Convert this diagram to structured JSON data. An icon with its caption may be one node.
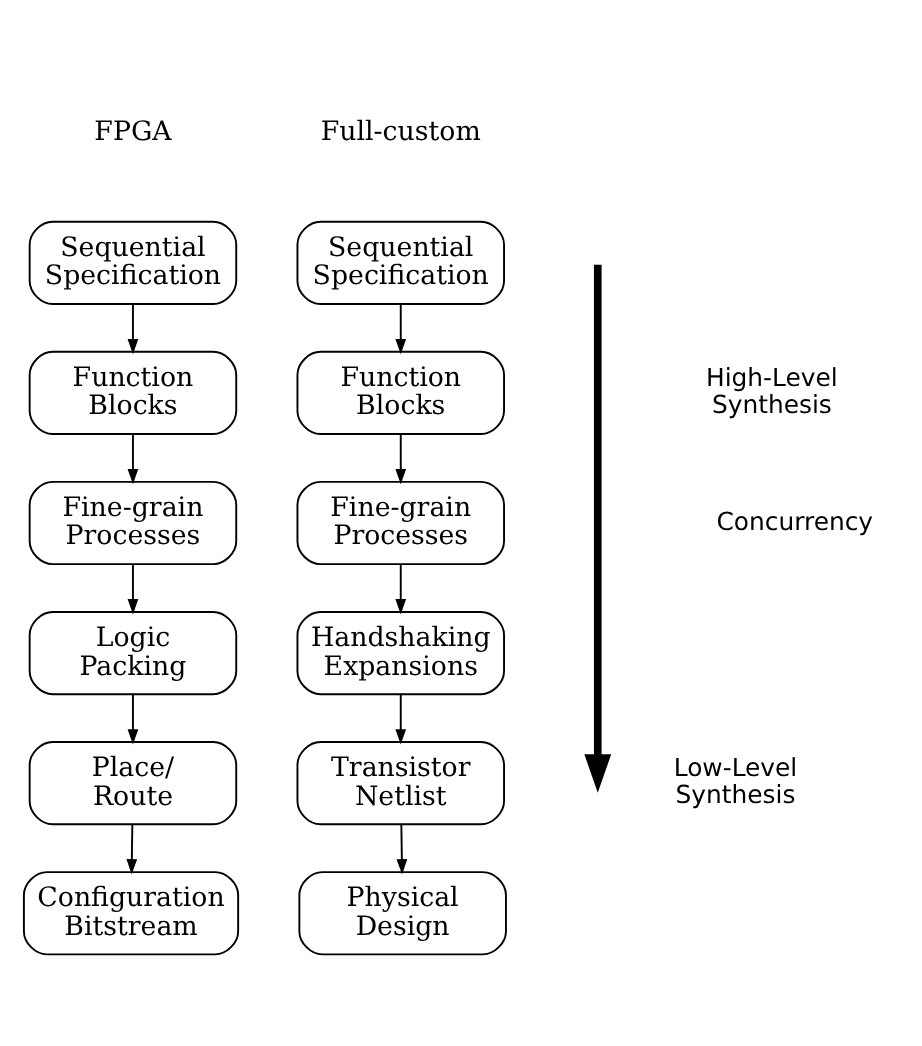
{
  "diagram": {
    "nodes": [
      {
        "text": [
          "Sequential Specification"
        ]
      },
      {
        "text": [
          "Function Blocks"
        ]
      },
      {
        "text": [
          "Fine-grain Processes"
        ]
      },
      {
        "text": [
          "Logic Packing"
        ]
      },
      {
        "text": [
          "Place/ Route"
        ]
      },
      {
        "text": [
          "Configuration Bitstream"
        ]
      },
      {
        "text": [
          "Sequential Specification"
        ]
      },
      {
        "text": [
          "Function Blocks"
        ]
      },
      {
        "text": [
          "Fine-grain Processes"
        ]
      },
      {
        "text": [
          "Handshaking Expansions"
        ]
      },
      {
        "text": [
          "Transistor Netlist"
        ]
      },
      {
        "text": [
          "Physical Design"
        ]
      }
    ],
    "edges": [
      {
        "from": 0,
        "to": 1,
        "arrow": "to"
      },
      {
        "from": 1,
        "to": 2,
        "arrow": "to"
      },
      {
        "from": 2,
        "to": 3,
        "arrow": "to"
      },
      {
        "from": 3,
        "to": 4,
        "arrow": "to"
      },
      {
        "from": 4,
        "to": 5,
        "arrow": "to"
      },
      {
        "from": 6,
        "to": 7,
        "arrow": "to"
      },
      {
        "from": 7,
        "to": 8,
        "arrow": "to"
      },
      {
        "from": 8,
        "to": 9,
        "arrow": "to"
      },
      {
        "from": 9,
        "to": 10,
        "arrow": "to"
      },
      {
        "from": 10,
        "to": 11,
        "arrow": "to"
      }
    ],
    "labels": [
      "FPGA",
      "Full-custom",
      "High-Level Synthesis",
      "Low-Level Synthesis",
      "Concurrency"
    ]
  }
}
